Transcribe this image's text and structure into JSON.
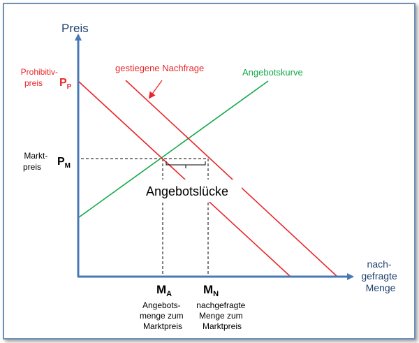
{
  "axes": {
    "y_label": "Preis",
    "x_label_lines": [
      "nach-",
      "gefragte",
      "Menge"
    ]
  },
  "labels": {
    "prohibitive_lines": [
      "Prohibitiv-",
      "preis"
    ],
    "pp_main": "P",
    "pp_sub": "P",
    "market_lines": [
      "Markt-",
      "preis"
    ],
    "pm_main": "P",
    "pm_sub": "M",
    "ma_main": "M",
    "ma_sub": "A",
    "mn_main": "M",
    "mn_sub": "N",
    "ma_desc_lines": [
      "Angebots-",
      "menge zum",
      "Marktpreis"
    ],
    "mn_desc_lines": [
      "nachgefragte",
      "Menge zum",
      "Marktpreis"
    ],
    "increased_demand": "gestiegene Nachfrage",
    "supply_curve": "Angebotskurve",
    "gap": "Angebotslücke"
  },
  "colors": {
    "axis": "#4a78b5",
    "demand": "#e8262a",
    "supply": "#12a84a",
    "text": "#000000",
    "axis_text": "#1f3f6e"
  }
}
